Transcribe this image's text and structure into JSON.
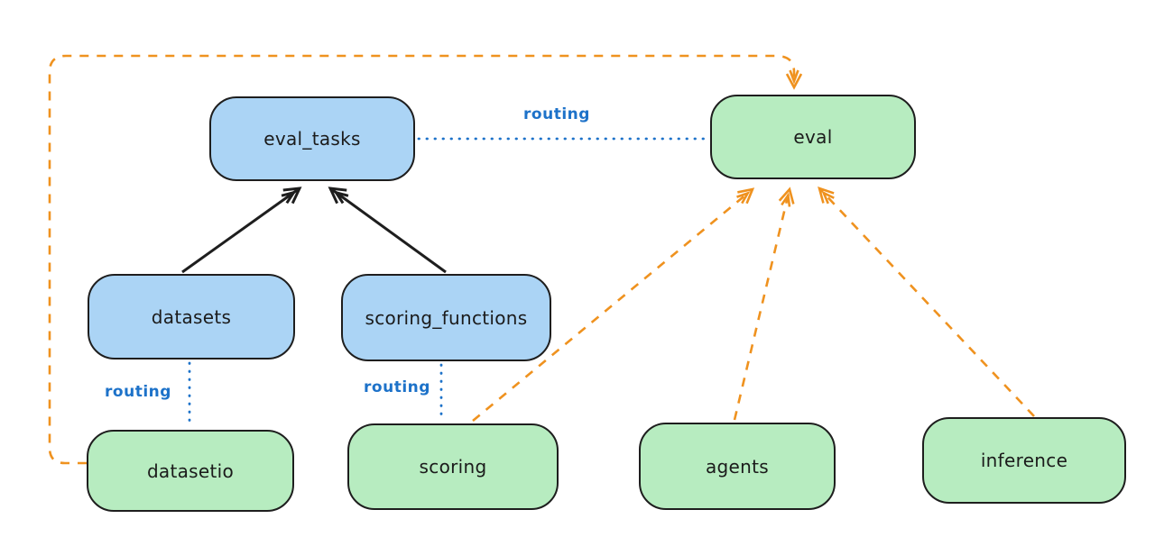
{
  "diagram": {
    "title": "",
    "colors": {
      "background": "#ffffff",
      "stroke": "#1e1e1e",
      "blue_fill": "#abd4f5",
      "green_fill": "#b7ecc0",
      "orange": "#ef921f",
      "blue_line": "#1d72c9"
    },
    "nodes": [
      {
        "id": "eval_tasks",
        "label": "eval_tasks",
        "color": "blue"
      },
      {
        "id": "eval",
        "label": "eval",
        "color": "green"
      },
      {
        "id": "datasets",
        "label": "datasets",
        "color": "blue"
      },
      {
        "id": "scoring_functions",
        "label": "scoring_functions",
        "color": "blue"
      },
      {
        "id": "datasetio",
        "label": "datasetio",
        "color": "green"
      },
      {
        "id": "scoring",
        "label": "scoring",
        "color": "green"
      },
      {
        "id": "agents",
        "label": "agents",
        "color": "green"
      },
      {
        "id": "inference",
        "label": "inference",
        "color": "green"
      }
    ],
    "edges": [
      {
        "from": "datasets",
        "to": "eval_tasks",
        "style": "solid",
        "color": "black",
        "label": ""
      },
      {
        "from": "scoring_functions",
        "to": "eval_tasks",
        "style": "solid",
        "color": "black",
        "label": ""
      },
      {
        "from": "eval_tasks",
        "to": "eval",
        "style": "dotted",
        "color": "blue",
        "label": "routing"
      },
      {
        "from": "datasets",
        "to": "datasetio",
        "style": "dotted",
        "color": "blue",
        "label": "routing"
      },
      {
        "from": "scoring_functions",
        "to": "scoring",
        "style": "dotted",
        "color": "blue",
        "label": "routing"
      },
      {
        "from": "scoring",
        "to": "eval",
        "style": "dashed",
        "color": "orange",
        "label": ""
      },
      {
        "from": "agents",
        "to": "eval",
        "style": "dashed",
        "color": "orange",
        "label": ""
      },
      {
        "from": "inference",
        "to": "eval",
        "style": "dashed",
        "color": "orange",
        "label": ""
      },
      {
        "from": "datasetio",
        "to": "eval",
        "style": "dashed",
        "color": "orange",
        "label": ""
      }
    ]
  }
}
